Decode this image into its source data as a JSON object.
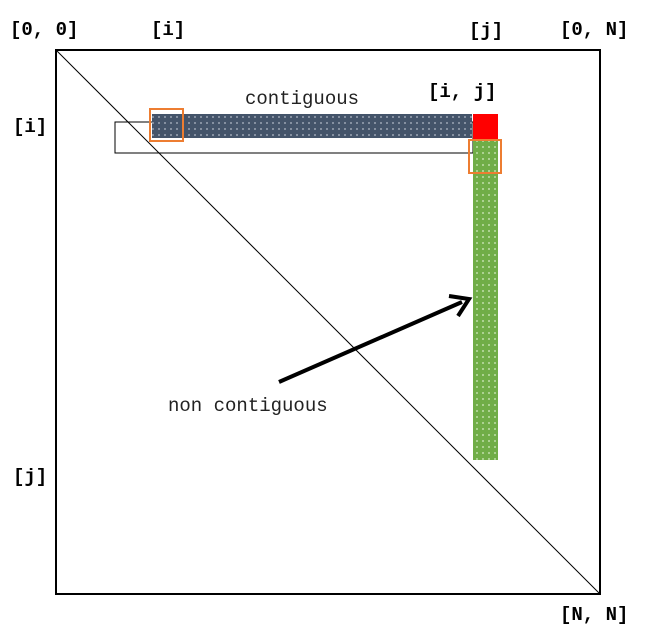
{
  "labels": {
    "top_left": "[0, 0]",
    "top_i": "[i]",
    "top_j": "[j]",
    "top_right": "[0, N]",
    "left_i": "[i]",
    "left_j": "[j]",
    "bottom_right": "[N, N]",
    "cell_ij": "[i, j]",
    "contiguous": "contiguous",
    "non_contiguous": "non contiguous"
  },
  "colors": {
    "row_fill": "#44546a",
    "column_fill": "#70ad47",
    "cell_fill": "#ff0000",
    "highlight_outline": "#ed7d31",
    "frame": "#000000"
  }
}
